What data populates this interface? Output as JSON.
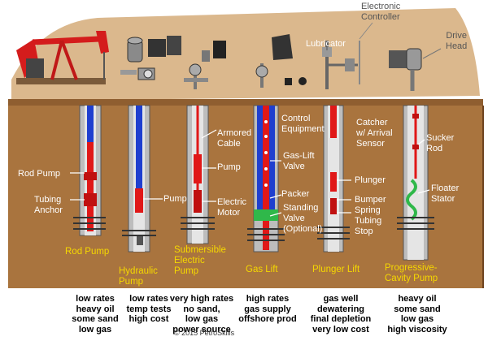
{
  "surface": {
    "electronic_controller": [
      "Electronic",
      "Controller"
    ],
    "drive_head": [
      "Drive",
      "Head"
    ],
    "lubricator": "Lubricator"
  },
  "downhole": {
    "rod_pump": "Rod Pump",
    "tubing_anchor": [
      "Tubing",
      "Anchor"
    ],
    "pump": "Pump",
    "armored_cable": [
      "Armored",
      "Cable"
    ],
    "esp_pump": "Pump",
    "electric_motor": [
      "Electric",
      "Motor"
    ],
    "control_equipment": [
      "Control",
      "Equipment"
    ],
    "gas_lift_valve": [
      "Gas-Lift",
      "Valve"
    ],
    "packer": "Packer",
    "standing_valve": [
      "Standing",
      "Valve",
      "(Optional)"
    ],
    "catcher": [
      "Catcher",
      "w/ Arrival",
      "Sensor"
    ],
    "plunger": "Plunger",
    "bumper_spring": [
      "Bumper",
      "Spring"
    ],
    "tubing_stop": [
      "Tubing",
      "Stop"
    ],
    "sucker_rod": [
      "Sucker",
      "Rod"
    ],
    "floater_stator": [
      "Floater",
      "Stator"
    ]
  },
  "methods": [
    {
      "name": [
        "Rod Pump"
      ],
      "desc": [
        "low rates",
        "heavy oil",
        "some sand",
        "low gas"
      ]
    },
    {
      "name": [
        "Hydraulic",
        "Pump"
      ],
      "desc": [
        "low rates",
        "temp tests",
        "high cost"
      ]
    },
    {
      "name": [
        "Submersible",
        "Electric",
        "Pump"
      ],
      "desc": [
        "very high rates",
        "no sand,",
        "low gas",
        "power source"
      ]
    },
    {
      "name": [
        "Gas Lift"
      ],
      "desc": [
        "high rates",
        "gas supply",
        "offshore prod"
      ]
    },
    {
      "name": [
        "Plunger Lift"
      ],
      "desc": [
        "gas well",
        "dewatering",
        "final depletion",
        "very low cost"
      ]
    },
    {
      "name": [
        "Progressive-",
        "Cavity Pump"
      ],
      "desc": [
        "heavy oil",
        "some sand",
        "low gas",
        "high viscosity"
      ]
    }
  ],
  "copyright": "© 2015 PetroSkills",
  "colors": {
    "surface": "#d9b58a",
    "underground": "#a8743f",
    "label_yellow": "#f5d800",
    "tubing_blue": "#1f3fcf",
    "pump_red": "#e01818",
    "packer_green": "#2fb84a"
  }
}
